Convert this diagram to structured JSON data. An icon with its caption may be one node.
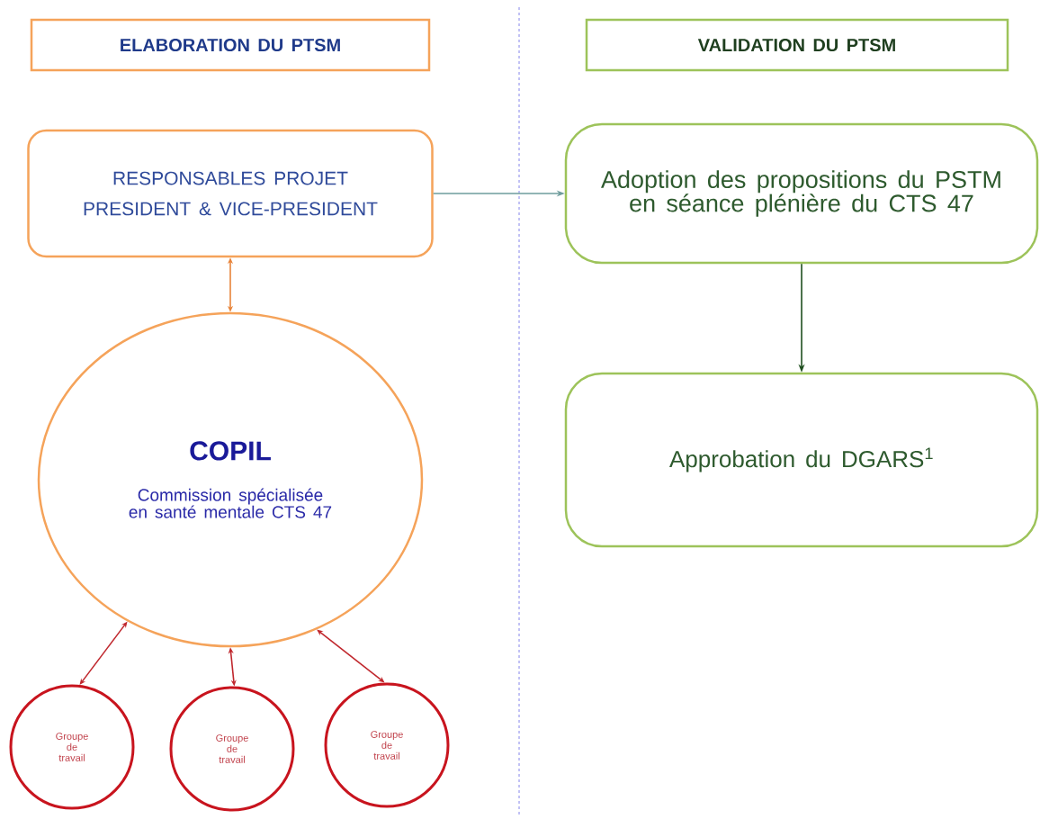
{
  "diagram": {
    "nodes": [
      {
        "text": [
          "ELABORATION DU PTSM"
        ]
      },
      {
        "text": [
          "VALIDATION DU PTSM"
        ]
      },
      {
        "text": [
          "RESPONSABLES PROJET",
          "PRESIDENT & VICE-PRESIDENT"
        ]
      },
      {
        "text": [
          "Adoption des propositions du PSTM en séance plénière du CTS 47"
        ]
      },
      {
        "text": [
          "COPIL",
          "Commission spécialisée en santé mentale CTS 47"
        ]
      },
      {
        "text": [
          "Approbation du DGARS$^{1}$"
        ]
      },
      {
        "text": [
          "Groupe de travail"
        ]
      },
      {
        "text": [
          "Groupe de travail"
        ]
      },
      {
        "text": [
          "Groupe de travail"
        ]
      }
    ],
    "edges": [
      {
        "from": 2,
        "to": 3,
        "arrow": "to",
        "color": "#6e9c9c"
      },
      {
        "from": 2,
        "to": 4,
        "arrow": "both",
        "color": "#e8843a"
      },
      {
        "from": 3,
        "to": 5,
        "arrow": "to",
        "color": "#1f4f1f"
      },
      {
        "from": 4,
        "to": 6,
        "arrow": "both"
      },
      {
        "from": 4,
        "to": 7,
        "arrow": "both"
      },
      {
        "from": 4,
        "to": 8,
        "arrow": "both"
      }
    ]
  }
}
